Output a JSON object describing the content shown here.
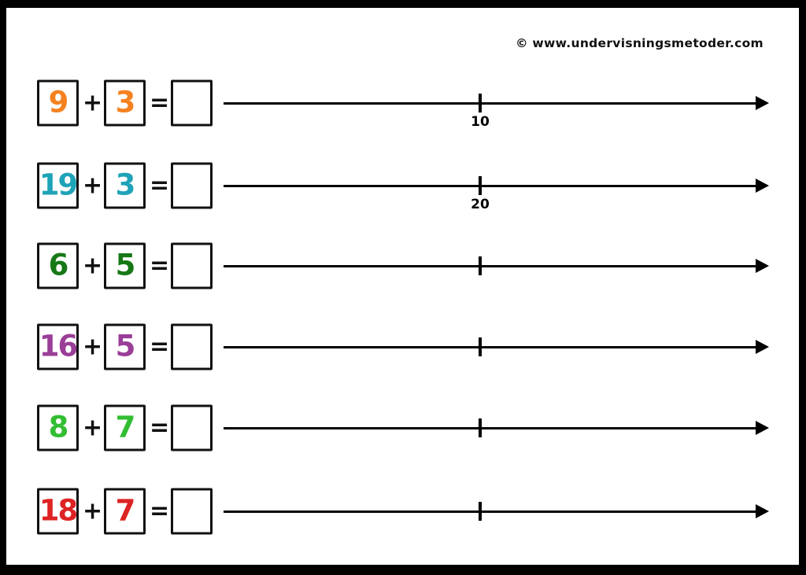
{
  "watermark": "© www.undervisningsmetoder.com",
  "operators": {
    "plus": "+",
    "equals": "="
  },
  "ink_color": "#000000",
  "rows": [
    {
      "addend_a": "9",
      "addend_b": "3",
      "answer": "",
      "color": "#F58220",
      "tick_label": "10"
    },
    {
      "addend_a": "19",
      "addend_b": "3",
      "answer": "",
      "color": "#1FA3B8",
      "tick_label": "20"
    },
    {
      "addend_a": "6",
      "addend_b": "5",
      "answer": "",
      "color": "#167816",
      "tick_label": ""
    },
    {
      "addend_a": "16",
      "addend_b": "5",
      "answer": "",
      "color": "#9A3E98",
      "tick_label": ""
    },
    {
      "addend_a": "8",
      "addend_b": "7",
      "answer": "",
      "color": "#32BE32",
      "tick_label": ""
    },
    {
      "addend_a": "18",
      "addend_b": "7",
      "answer": "",
      "color": "#DD2323",
      "tick_label": ""
    }
  ]
}
